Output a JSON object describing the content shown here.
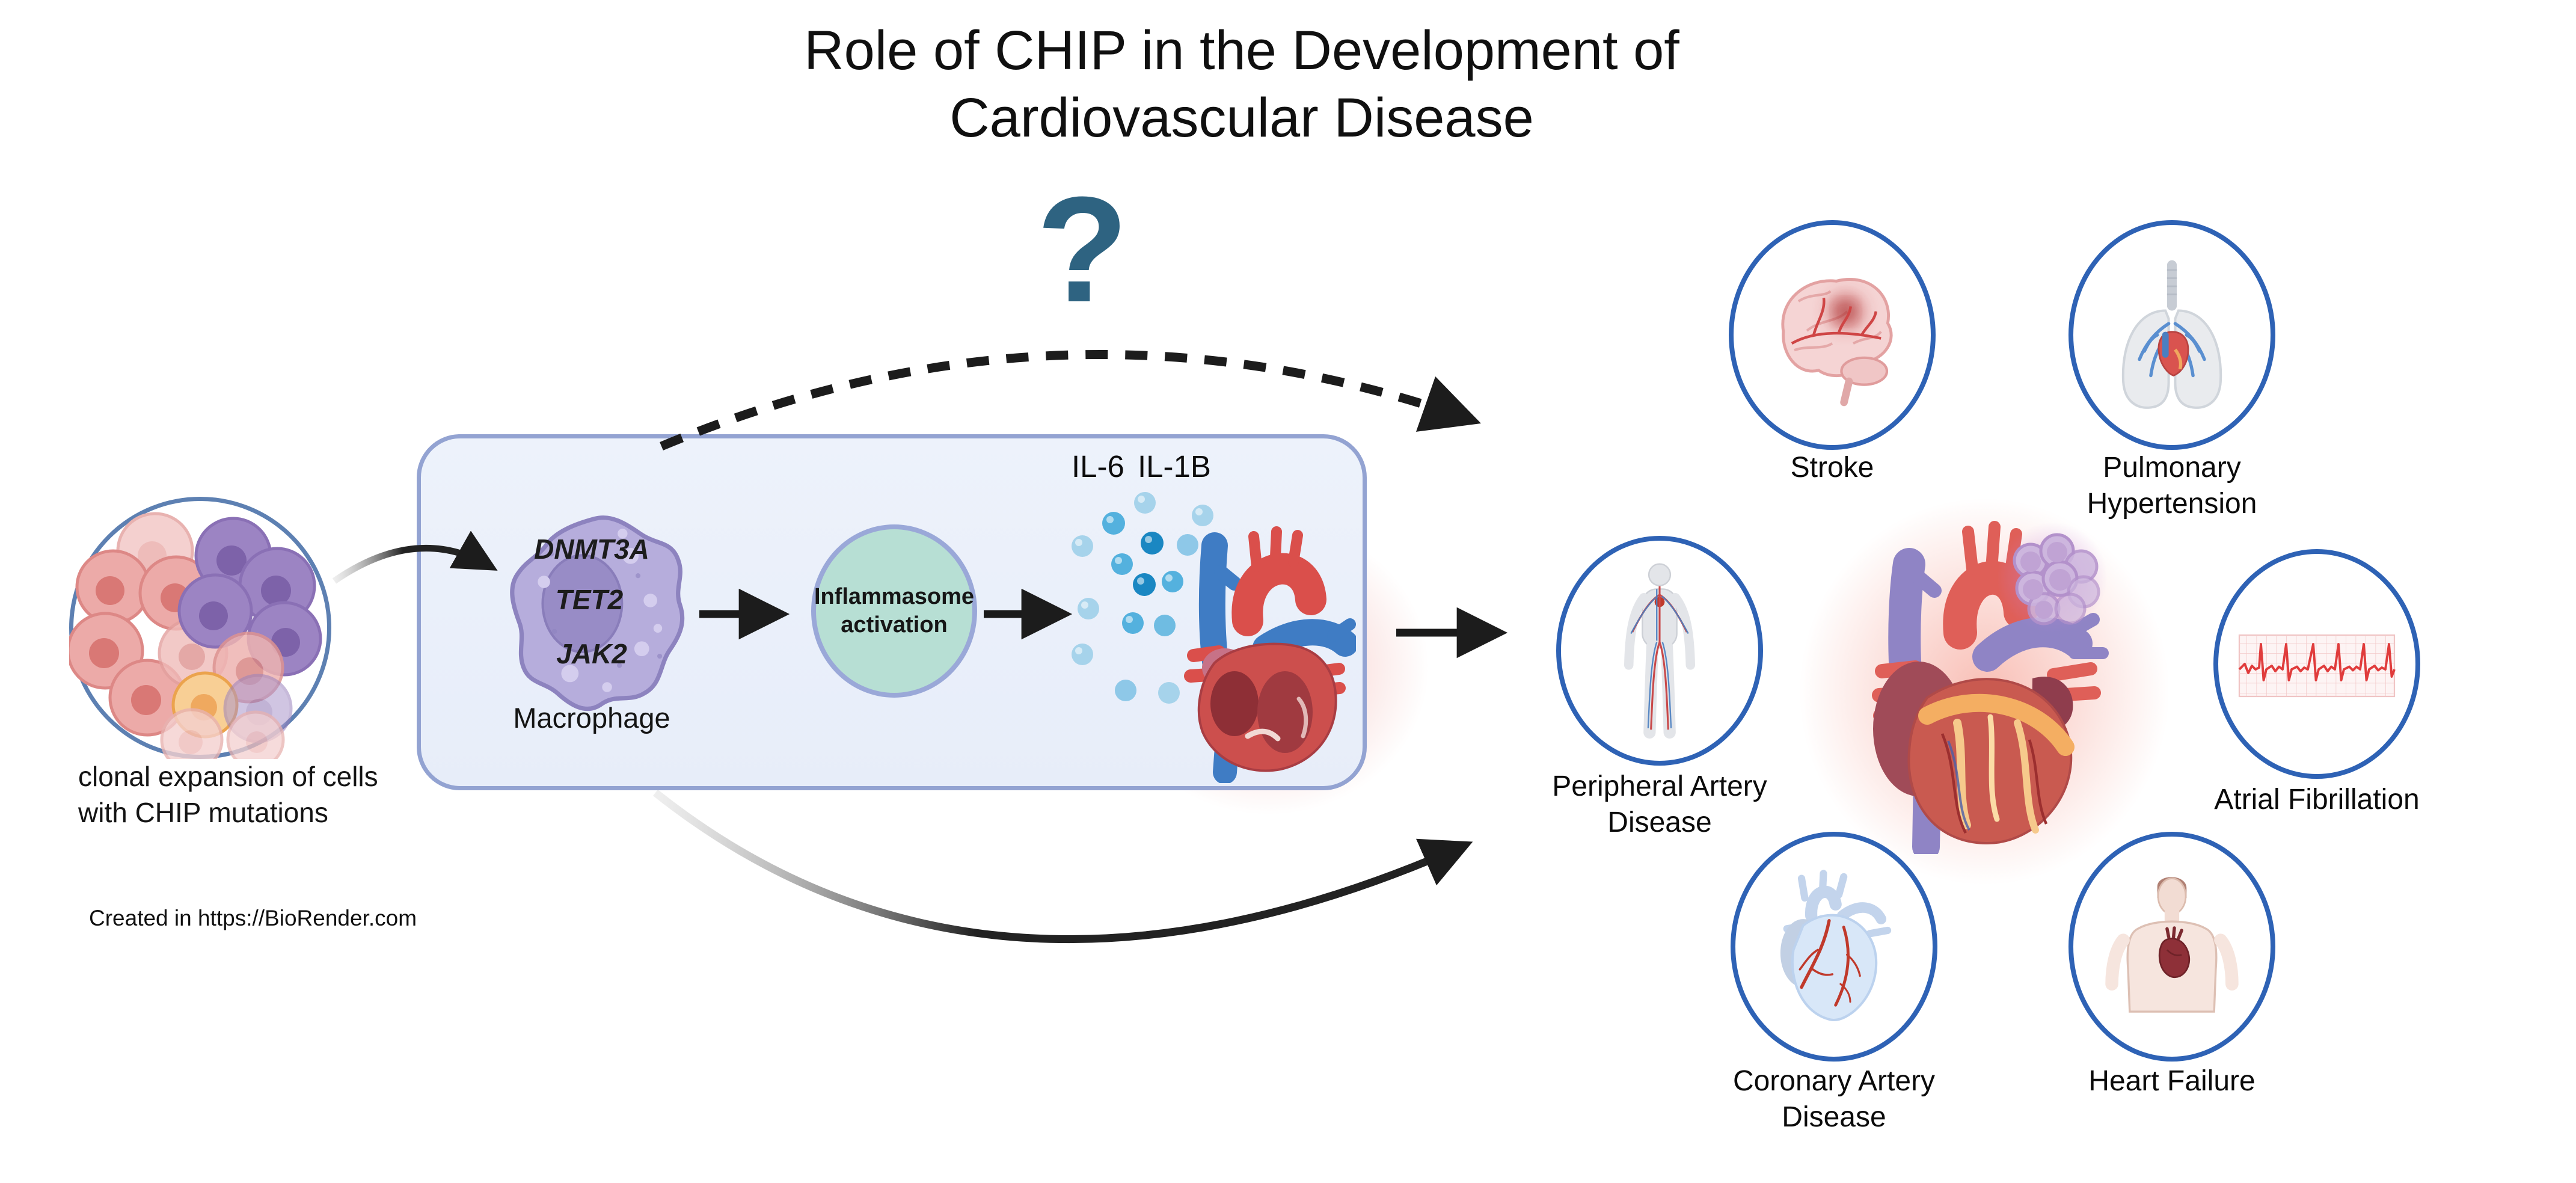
{
  "title": {
    "line1": "Role of CHIP in the Development of",
    "line2": "Cardiovascular Disease"
  },
  "question_mark": "?",
  "clonal": {
    "caption_line1": "clonal expansion of cells",
    "caption_line2": "with CHIP mutations"
  },
  "pathway": {
    "gene1": "DNMT3A",
    "gene2": "TET2",
    "gene3": "JAK2",
    "cell_label": "Macrophage",
    "process_line1": "Inflammasome",
    "process_line2": "activation",
    "cytokine1": "IL-6",
    "cytokine2": "IL-1B"
  },
  "outcomes": {
    "stroke": {
      "label": "Stroke"
    },
    "pulmonary_hypertension": {
      "label": "Pulmonary Hypertension"
    },
    "peripheral_artery_disease": {
      "label": "Peripheral Artery Disease"
    },
    "atrial_fibrillation": {
      "label": "Atrial Fibrillation"
    },
    "coronary_artery_disease": {
      "label": "Coronary Artery Disease"
    },
    "heart_failure": {
      "label": "Heart Failure"
    }
  },
  "credit": "Created in https://BioRender.com",
  "colors": {
    "question_mark": "#2e6381",
    "outcome_circle_border": "#2e62b5",
    "clonal_circle_border": "#5d80b2",
    "panel_border": "#93a3d2",
    "panel_fill": "#e9eff9",
    "inflammasome_fill": "#b7dfd4",
    "inflammasome_border": "#9aa8d8",
    "macrophage_fill": "#b6addc",
    "arrow": "#1c1c1c",
    "cytokine_light": "#a6d3eb",
    "cytokine_mid": "#54b1de",
    "cytokine_dark": "#1a87c2"
  }
}
